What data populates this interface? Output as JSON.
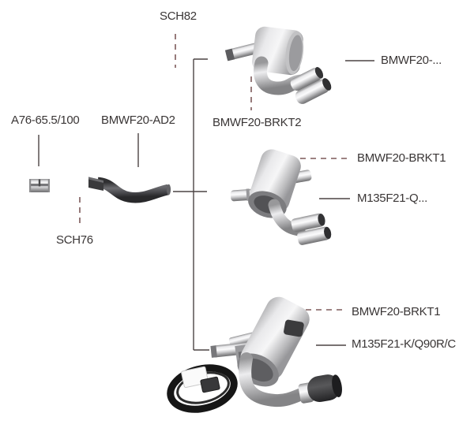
{
  "diagram_type": "exhaust-system-parts-diagram",
  "parts": {
    "sch82": {
      "label": "SCH82",
      "leader": "dashed"
    },
    "a76": {
      "label": "A76-65.5/100",
      "leader": "solid"
    },
    "ad2": {
      "label": "BMWF20-AD2",
      "leader": "solid"
    },
    "sch76": {
      "label": "SCH76",
      "leader": "dashed"
    },
    "brkt2": {
      "label": "BMWF20-BRKT2",
      "leader": "dashed"
    },
    "muffler_top": {
      "label": "BMWF20-...",
      "leader": "solid"
    },
    "brkt1_mid": {
      "label": "BMWF20-BRKT1",
      "leader": "dashed"
    },
    "muffler_mid": {
      "label": "M135F21-Q...",
      "leader": "solid"
    },
    "brkt1_bottom": {
      "label": "BMWF20-BRKT1",
      "leader": "dashed"
    },
    "muffler_bottom": {
      "label": "M135F21-K/Q90R/C",
      "leader": "solid"
    }
  },
  "colors": {
    "background": "#ffffff",
    "solid_line": "#4c4444",
    "dashed_line": "#7d5a5a",
    "label_text": "#3a3636",
    "carbon_tip": "#2b2b2d",
    "cable": "#161616"
  }
}
